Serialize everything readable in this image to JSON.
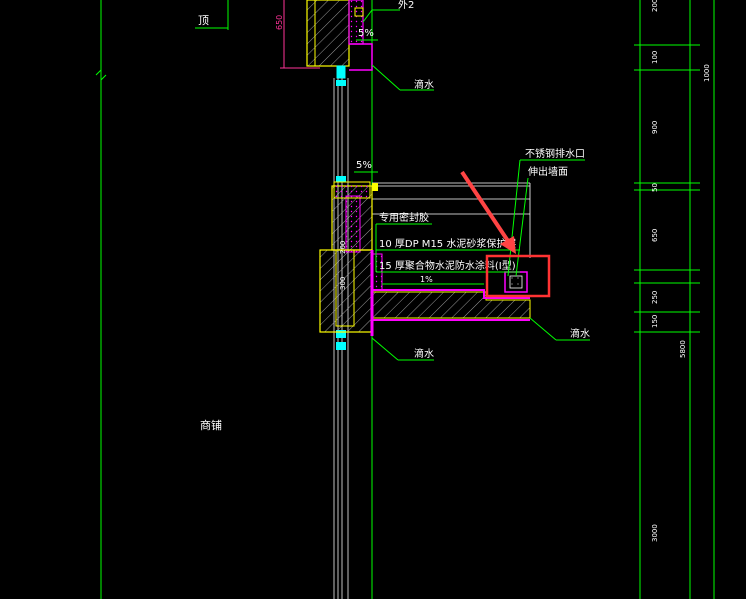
{
  "colors": {
    "background": "#000000",
    "structure": "#ffff00",
    "waterproof": "#ff00ff",
    "guide": "#00ff00",
    "white": "#ffffff",
    "highlight": "#ff3333",
    "cyan": "#00ffff",
    "grey": "#c0c0c0",
    "dimText": "#ff3399"
  },
  "labels": {
    "top_left": "顶",
    "top_right_note": "外2",
    "slope_top": "5%",
    "water_label_1": "滴水",
    "slope_mid": "5%",
    "drain_title_1": "不锈钢排水口",
    "drain_title_2": "伸出墙面",
    "layer_1": "专用密封胶",
    "layer_2": "10 厚DP  M15  水泥砂浆保护层",
    "layer_3": "15 厚聚合物水泥防水涂料(I型)",
    "slope_layer": "1%",
    "water_label_2": "滴水",
    "water_label_3": "滴水",
    "shop": "商铺",
    "dim_left_650": "650",
    "dim_left_200": "200",
    "dim_left_300": "300"
  },
  "dimensions": {
    "d_200": "200",
    "d_100": "100",
    "d_900": "900",
    "d_50": "50",
    "d_650": "650",
    "d_250": "250",
    "d_150": "150",
    "d_1000": "1000",
    "d_5800": "5800",
    "d_3000": "3000"
  }
}
